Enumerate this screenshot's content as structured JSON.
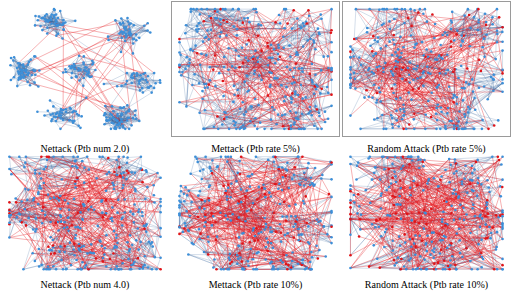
{
  "diagram": {
    "labels": [
      "Nettack (Ptb num 2.0)",
      "Mettack (Ptb rate 5%)",
      "Random Attack (Ptb rate 5%)",
      "Nettack (Ptb num 4.0)",
      "Mettack (Ptb rate 10%)",
      "Random Attack (Ptb rate 10%)"
    ]
  }
}
